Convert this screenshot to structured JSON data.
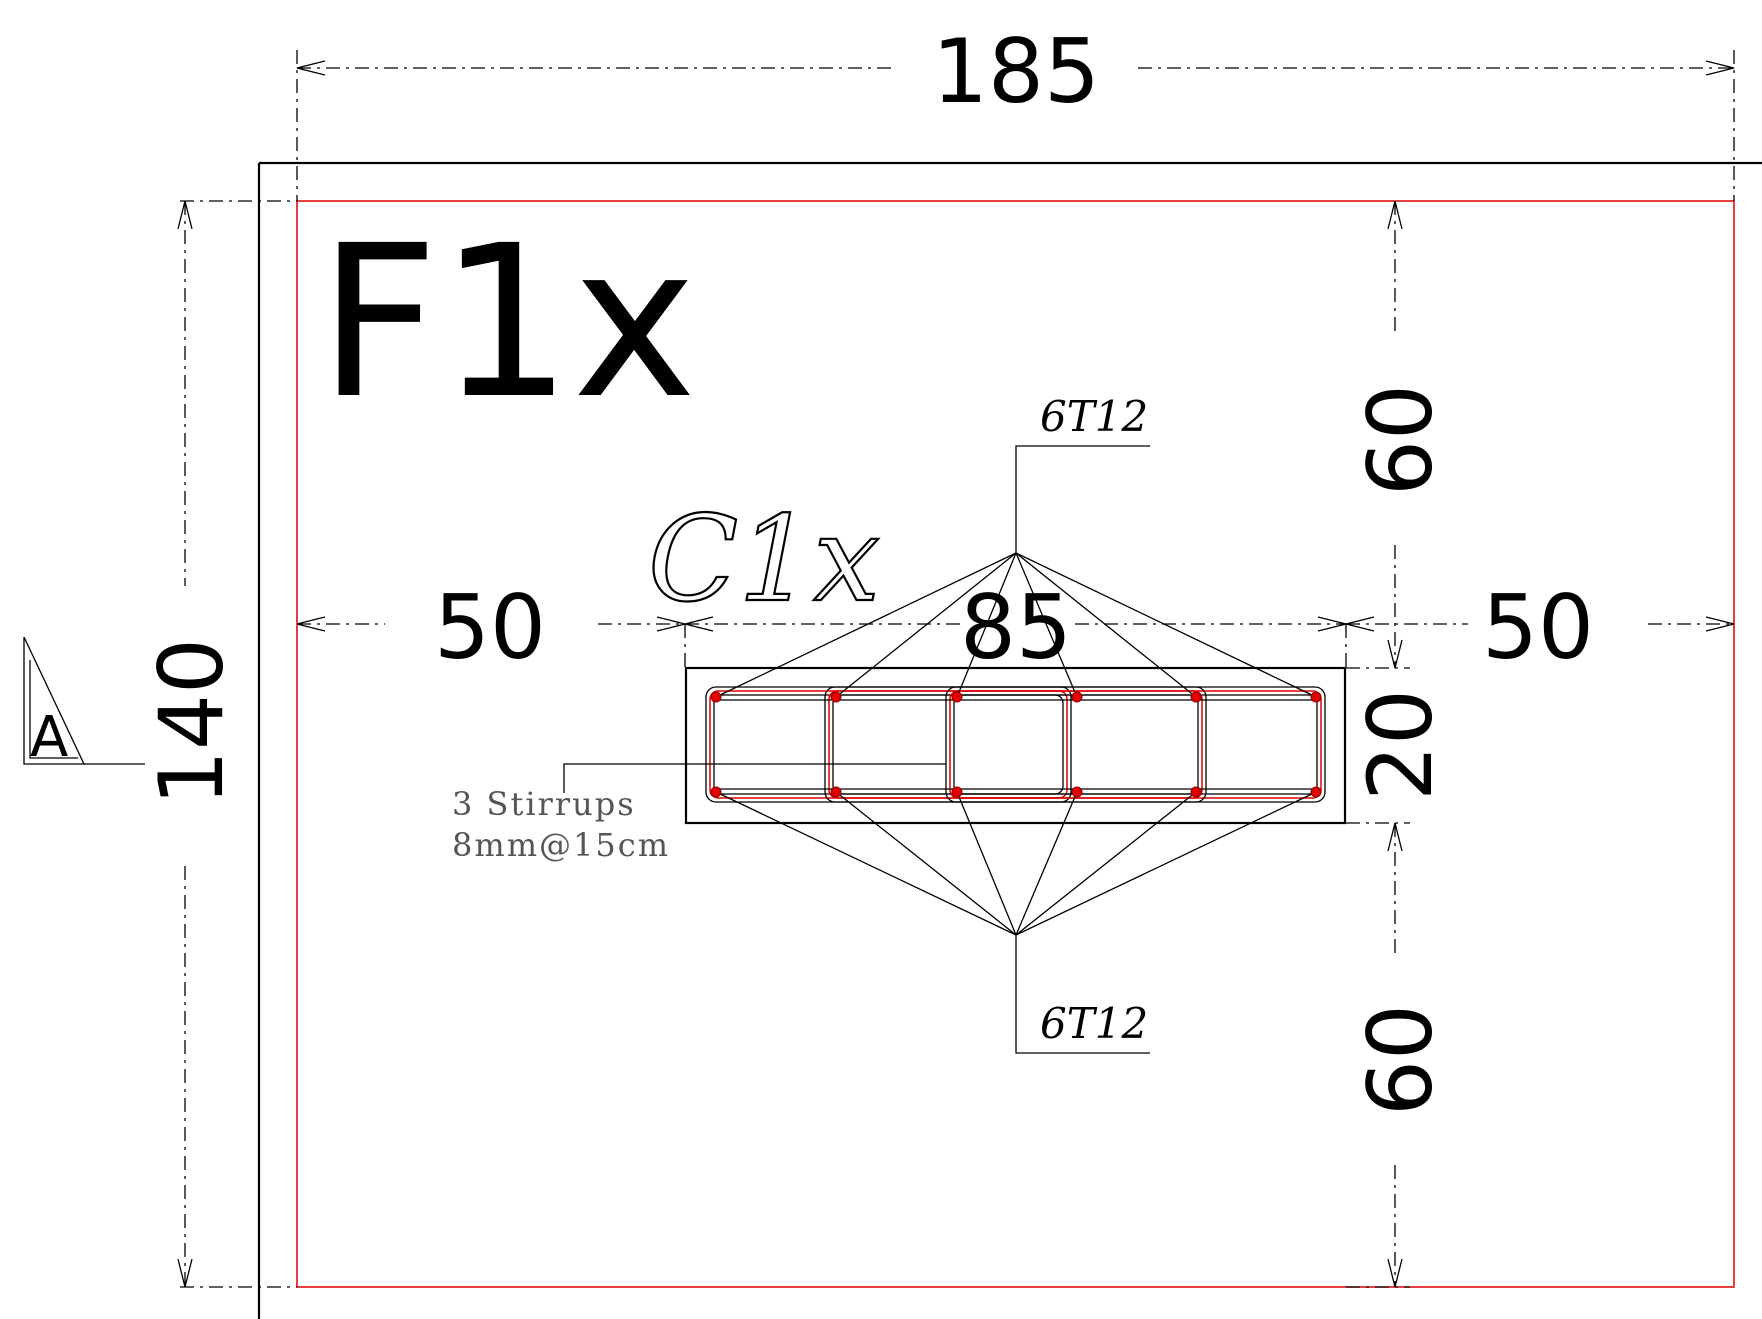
{
  "footing": {
    "label": "F1x"
  },
  "column": {
    "label": "C1x"
  },
  "dimensions": {
    "overall_width": "185",
    "overall_height": "140",
    "left_offset": "50",
    "column_width": "85",
    "right_offset": "50",
    "top_offset": "60",
    "column_depth": "20",
    "bottom_offset": "60"
  },
  "rebar": {
    "top_label": "6T12",
    "bottom_label": "6T12",
    "stirrups_line1": "3  Stirrups",
    "stirrups_line2": "8mm@15cm"
  },
  "section_marker": {
    "label": "A"
  },
  "colors": {
    "outline": "#000000",
    "reinforcement": "#e00000"
  }
}
